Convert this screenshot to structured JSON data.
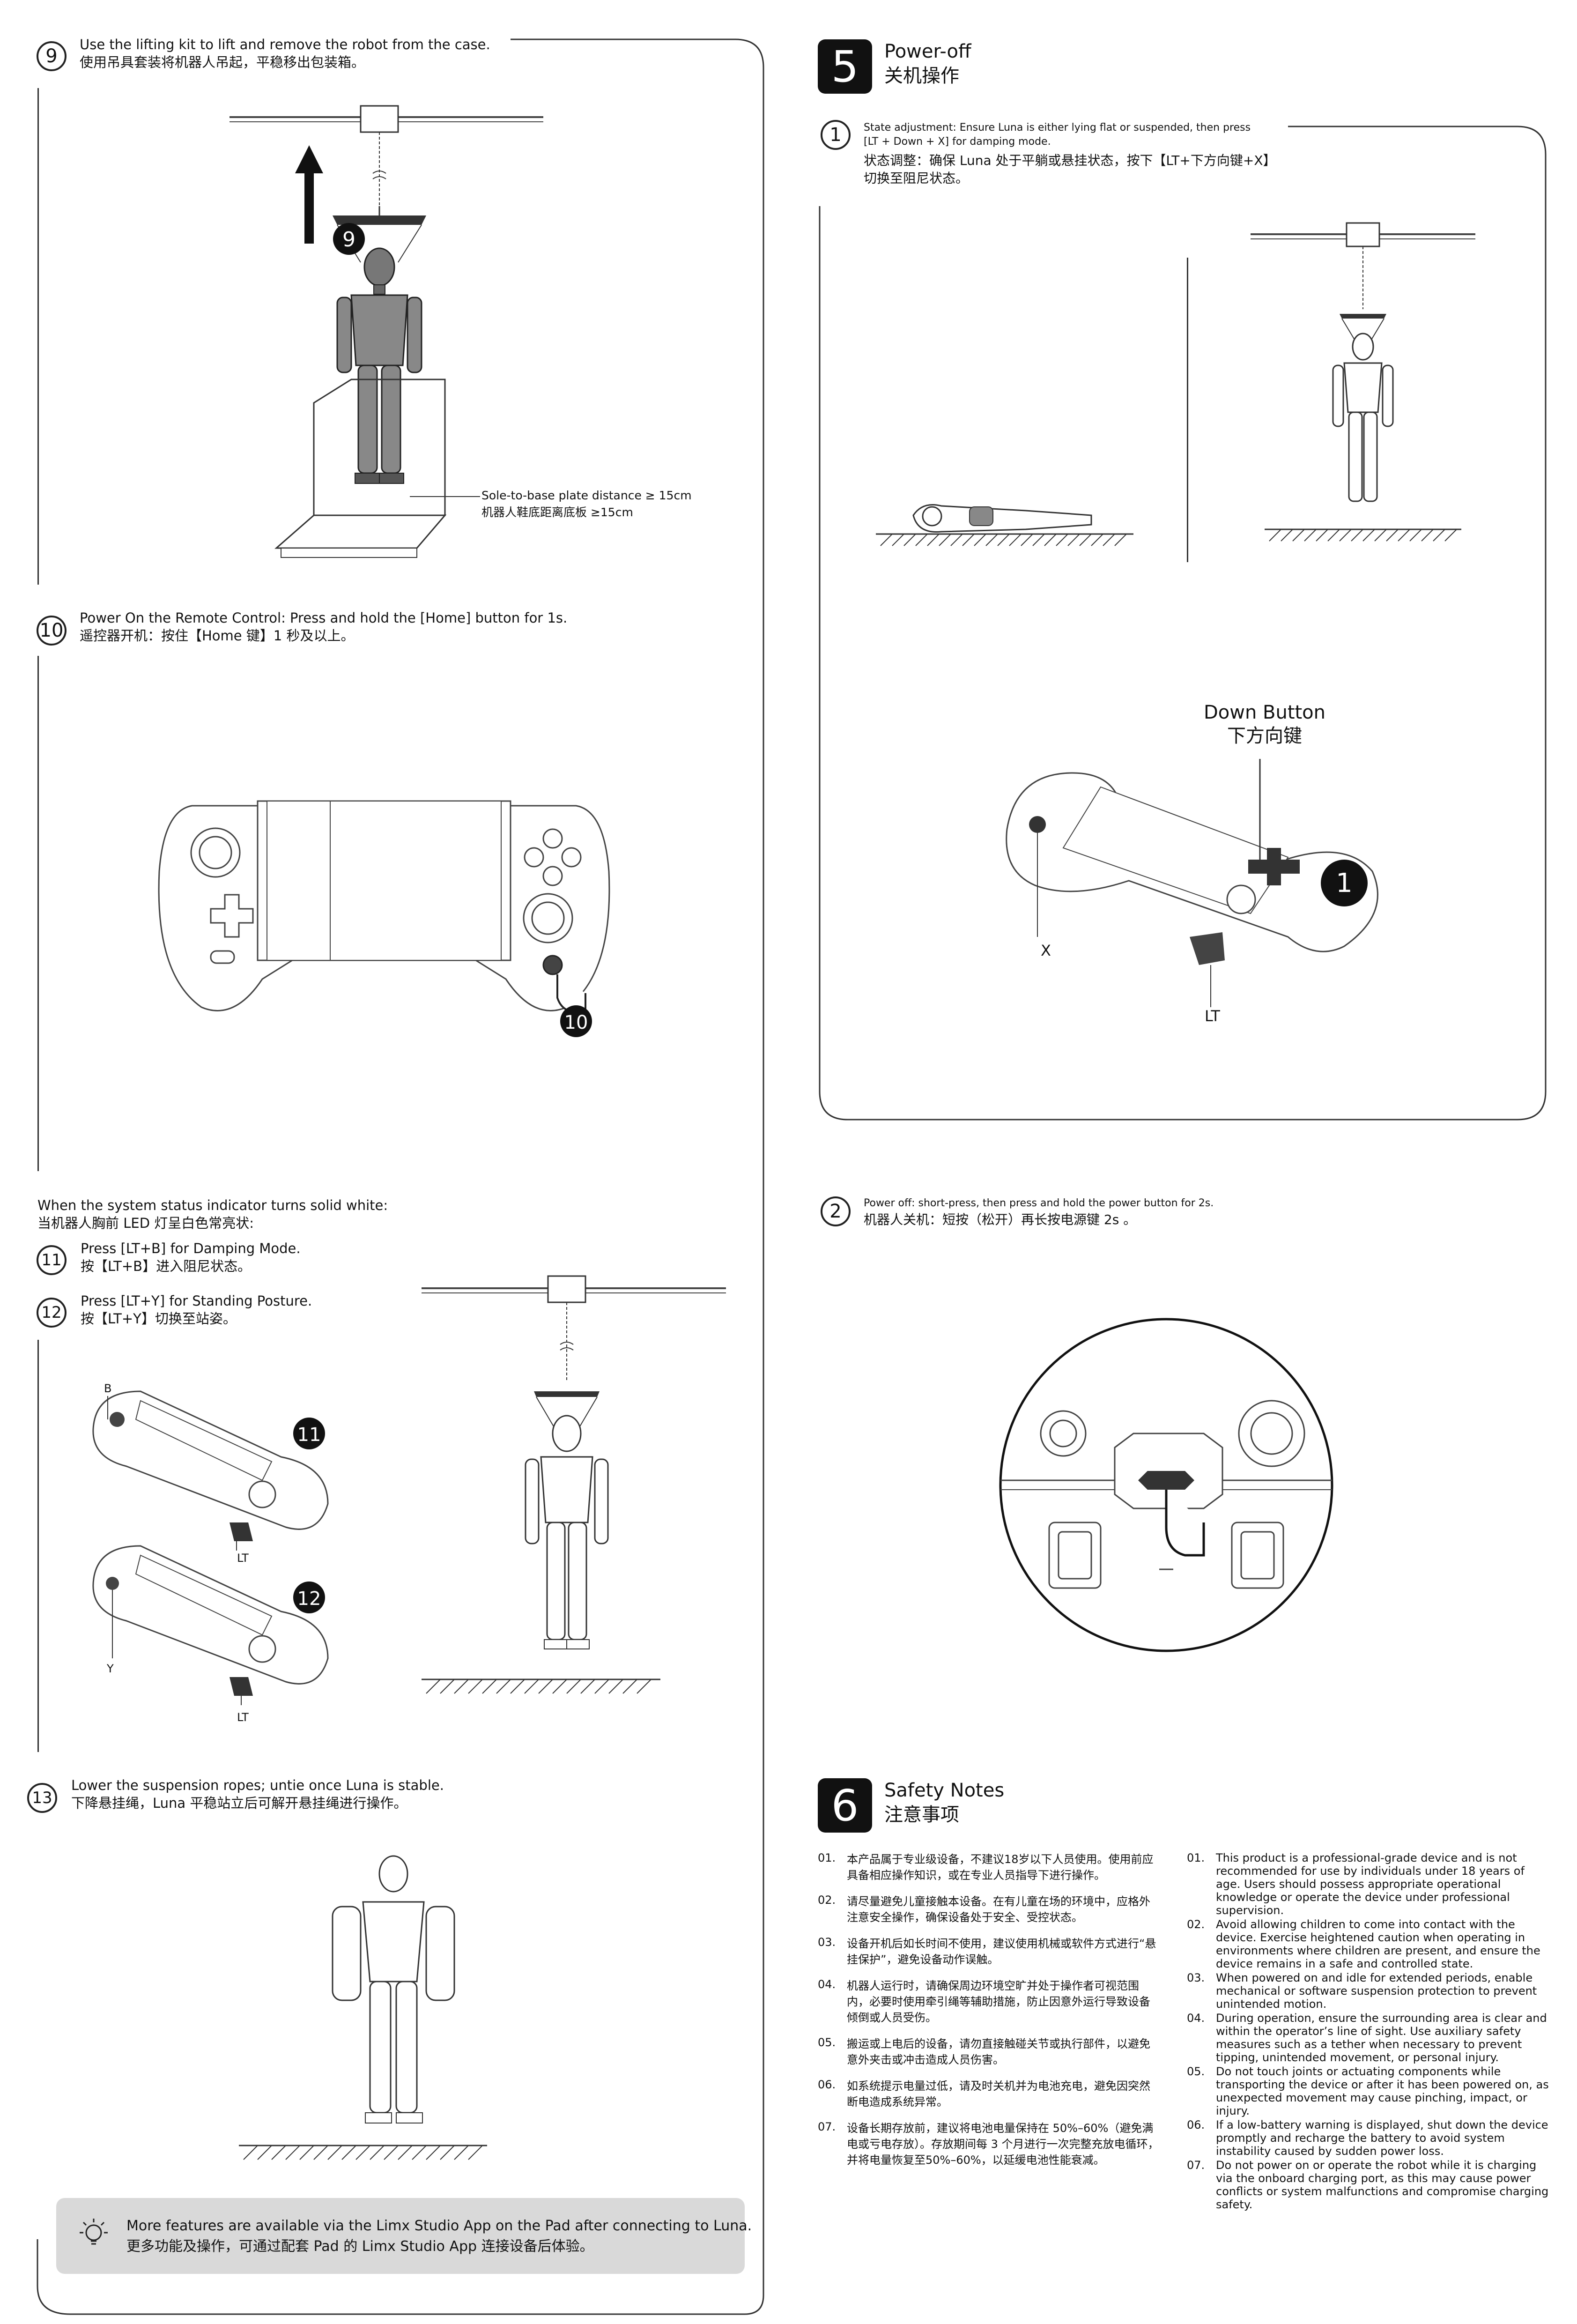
{
  "steps": {
    "s9": {
      "num": "9",
      "en": "Use the lifting kit to lift and remove the robot from the case.",
      "zh": "使用吊具套装将机器人吊起，平稳移出包装箱。",
      "callout": "9",
      "note_en": "Sole-to-base plate distance ≥ 15cm",
      "note_zh": "机器人鞋底距离底板 ≥15cm"
    },
    "s10": {
      "num": "10",
      "en": "Power On the Remote Control: Press and hold the [Home] button for 1s.",
      "zh": "遥控器开机：按住【Home 键】1 秒及以上。",
      "callout": "10"
    },
    "status": {
      "en": "When the system status indicator turns solid white:",
      "zh": "当机器人胸前 LED 灯呈白色常亮状:"
    },
    "s11": {
      "num": "11",
      "en": "Press [LT+B] for Damping Mode.",
      "zh": "按【LT+B】进入阻尼状态。",
      "callout": "11",
      "label_b": "B",
      "label_lt": "LT"
    },
    "s12": {
      "num": "12",
      "en": "Press [LT+Y] for Standing Posture.",
      "zh": "按【LT+Y】切换至站姿。",
      "callout": "12",
      "label_y": "Y",
      "label_lt": "LT"
    },
    "s13": {
      "num": "13",
      "en": "Lower the suspension ropes; untie once Luna is stable.",
      "zh": "下降悬挂绳，Luna 平稳站立后可解开悬挂绳进行操作。"
    }
  },
  "tip": {
    "icon": "lightbulb-icon",
    "en": "More features are available via the Limx Studio App on the Pad after connecting to Luna.",
    "zh": "更多功能及操作，可通过配套 Pad 的 Limx Studio App 连接设备后体验。"
  },
  "section5": {
    "num": "5",
    "title_en": "Power-off",
    "title_zh": "关机操作",
    "step1": {
      "num": "1",
      "en_l1": "State adjustment: Ensure Luna is either lying flat or suspended, then press",
      "en_l2": "[LT + Down + X] for damping mode.",
      "zh_l1": "状态调整：确保 Luna 处于平躺或悬挂状态，按下【LT+下方向键+X】",
      "zh_l2": "切换至阻尼状态。"
    },
    "down_button_en": "Down Button",
    "down_button_zh": "下方向键",
    "callout": "1",
    "label_x": "X",
    "label_lt": "LT",
    "step2": {
      "num": "2",
      "en": "Power off: short-press, then press and hold the power button for 2s.",
      "zh": "机器人关机：短按（松开）再长按电源键 2s 。"
    }
  },
  "section6": {
    "num": "6",
    "title_en": "Safety Notes",
    "title_zh": "注意事项",
    "notes_zh": [
      {
        "n": "01.",
        "t": "本产品属于专业级设备，不建议18岁以下人员使用。使用前应具备相应操作知识，或在专业人员指导下进行操作。"
      },
      {
        "n": "02.",
        "t": "请尽量避免儿童接触本设备。在有儿童在场的环境中，应格外注意安全操作，确保设备处于安全、受控状态。"
      },
      {
        "n": "03.",
        "t": "设备开机后如长时间不使用，建议使用机械或软件方式进行“悬挂保护”，避免设备动作误触。"
      },
      {
        "n": "04.",
        "t": "机器人运行时，请确保周边环境空旷并处于操作者可视范围内，必要时使用牵引绳等辅助措施，防止因意外运行导致设备倾倒或人员受伤。"
      },
      {
        "n": "05.",
        "t": "搬运或上电后的设备，请勿直接触碰关节或执行部件，以避免意外夹击或冲击造成人员伤害。"
      },
      {
        "n": "06.",
        "t": "如系统提示电量过低，请及时关机并为电池充电，避免因突然断电造成系统异常。"
      },
      {
        "n": "07.",
        "t": "设备长期存放前，建议将电池电量保持在 50%–60%（避免满电或亏电存放）。存放期间每 3 个月进行一次完整充放电循环，并将电量恢复至50%–60%，以延缓电池性能衰减。"
      }
    ],
    "notes_en": [
      {
        "n": "01.",
        "t": "This product is a professional-grade device and is not recommended for use by individuals under 18 years of age. Users should possess appropriate operational knowledge or operate the device under professional supervision."
      },
      {
        "n": "02.",
        "t": "Avoid allowing children to come into contact with the device. Exercise heightened caution when operating in environments where children are present, and ensure the device remains in a safe and controlled state."
      },
      {
        "n": "03.",
        "t": "When powered on and idle for extended periods, enable mechanical or software suspension protection to prevent unintended motion."
      },
      {
        "n": "04.",
        "t": "During operation, ensure the surrounding area is clear and within the operator’s line of sight. Use auxiliary safety measures such as a tether when necessary to prevent tipping, unintended movement, or personal injury."
      },
      {
        "n": "05.",
        "t": "Do not touch joints or actuating components while transporting the device or after it has been powered on, as unexpected movement may cause pinching, impact, or injury."
      },
      {
        "n": "06.",
        "t": "If a low-battery warning is displayed, shut down the device promptly and recharge the battery to avoid system instability caused by sudden power loss."
      },
      {
        "n": "07.",
        "t": "Do not power on or operate the robot while it is charging via the onboard charging port, as this may cause power conflicts or system malfunctions and compromise charging safety."
      }
    ]
  }
}
